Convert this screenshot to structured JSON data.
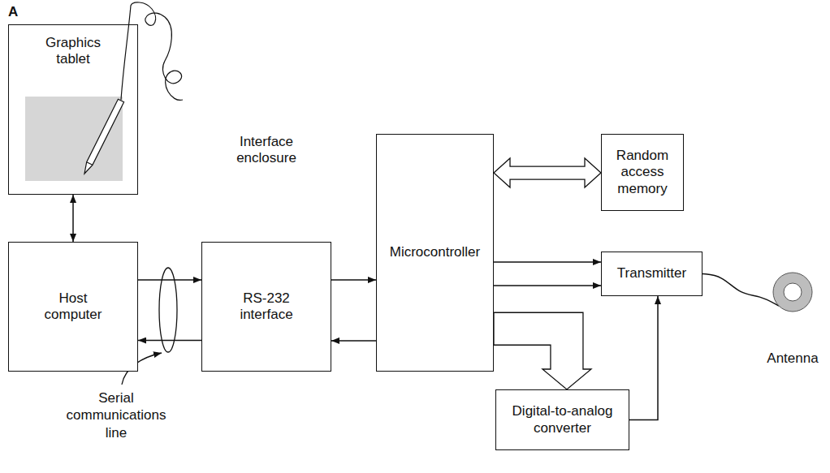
{
  "diagram": {
    "nodes": [
      {
        "text": [
          "Graphics tablet"
        ]
      },
      {
        "text": [
          "Host computer"
        ]
      },
      {
        "text": [
          "Interface enclosure"
        ]
      },
      {
        "text": [
          "RS-232 interface"
        ],
        "in": 2
      },
      {
        "text": [
          "Microcontroller"
        ],
        "in": 2
      },
      {
        "text": [
          "Random access memory"
        ],
        "in": 2
      },
      {
        "text": [
          "Transmitter"
        ],
        "in": 2
      },
      {
        "text": [
          "Digital-to-analog converter"
        ],
        "in": 2
      },
      {
        "text": [
          "Antenna"
        ]
      }
    ],
    "edges": [
      {
        "from": 0,
        "to": 1,
        "arrow": "both"
      },
      {
        "from": 1,
        "to": 3,
        "arrow": "to"
      },
      {
        "from": 3,
        "to": 1,
        "arrow": "to"
      },
      {
        "from": 3,
        "to": 4,
        "arrow": "to"
      },
      {
        "from": 4,
        "to": 3,
        "arrow": "to"
      },
      {
        "from": 4,
        "to": 5,
        "arrow": "both"
      },
      {
        "from": 4,
        "to": 6,
        "arrow": "to"
      },
      {
        "from": 4,
        "to": 6,
        "arrow": "to"
      },
      {
        "from": 4,
        "to": 7,
        "arrow": "to"
      },
      {
        "from": 7,
        "to": 6,
        "arrow": "to"
      },
      {
        "from": 6,
        "to": 8,
        "arrow": "none"
      }
    ],
    "labels": [
      "A",
      "Serial communications line"
    ]
  }
}
